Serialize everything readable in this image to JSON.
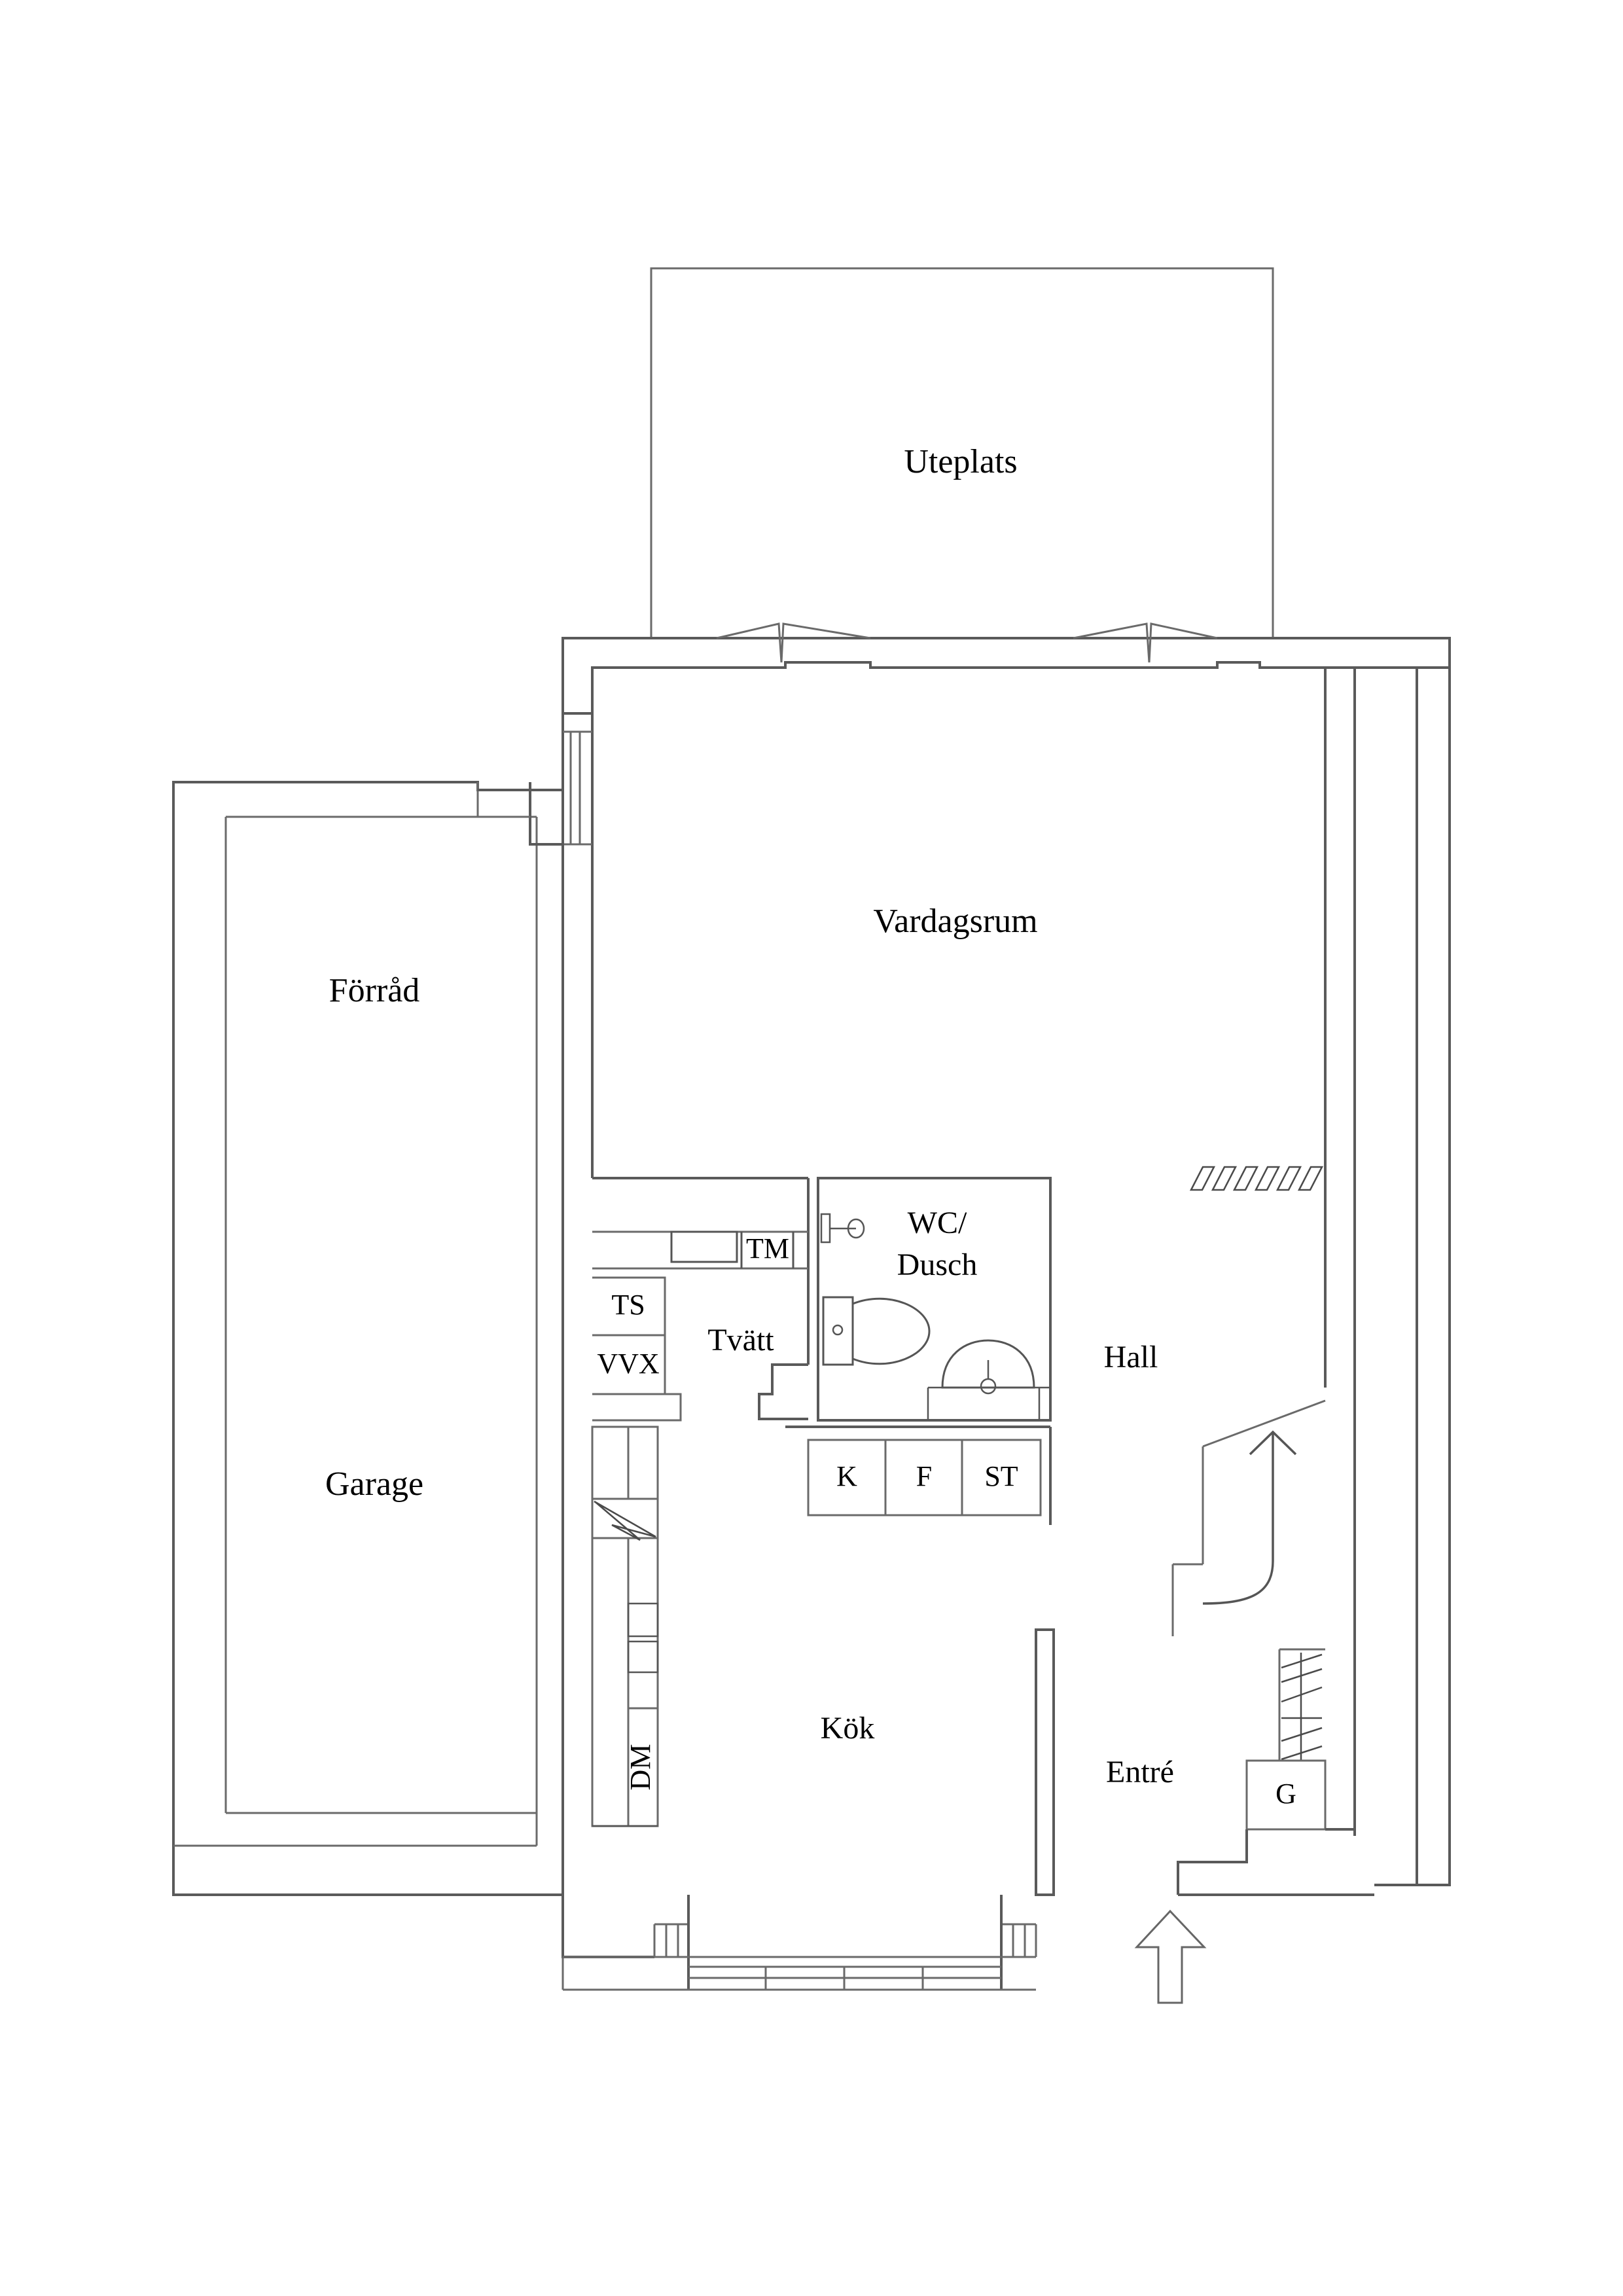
{
  "document": {
    "type": "floor-plan",
    "language": "sv",
    "background_color": "#ffffff",
    "line_color": "#5a5a5a",
    "text_color": "#000000"
  },
  "rooms": {
    "uteplats": "Uteplats",
    "vardagsrum": "Vardagsrum",
    "forrad": "Förråd",
    "garage": "Garage",
    "tvatt": "Tvätt",
    "wc_dusch_line1": "WC/",
    "wc_dusch_line2": "Dusch",
    "hall": "Hall",
    "kok": "Kök",
    "entre": "Entré"
  },
  "appliances": {
    "tm": "TM",
    "ts": "TS",
    "vvx": "VVX",
    "dm": "DM",
    "k": "K",
    "f": "F",
    "st": "ST",
    "g": "G"
  },
  "symbols": {
    "stair_up_arrow": "stair-up-arrow",
    "entrance_arrow": "entrance-arrow",
    "radiator_hatch": "radiator-hatch",
    "toilet": "toilet-fixture",
    "washbasin": "washbasin-fixture",
    "faucet": "shower-mixer",
    "lightning_bolt": "electrical-panel-symbol",
    "door_swing": "door-swing-arc",
    "window": "window-symbol",
    "stair_rail": "stair-railing"
  }
}
